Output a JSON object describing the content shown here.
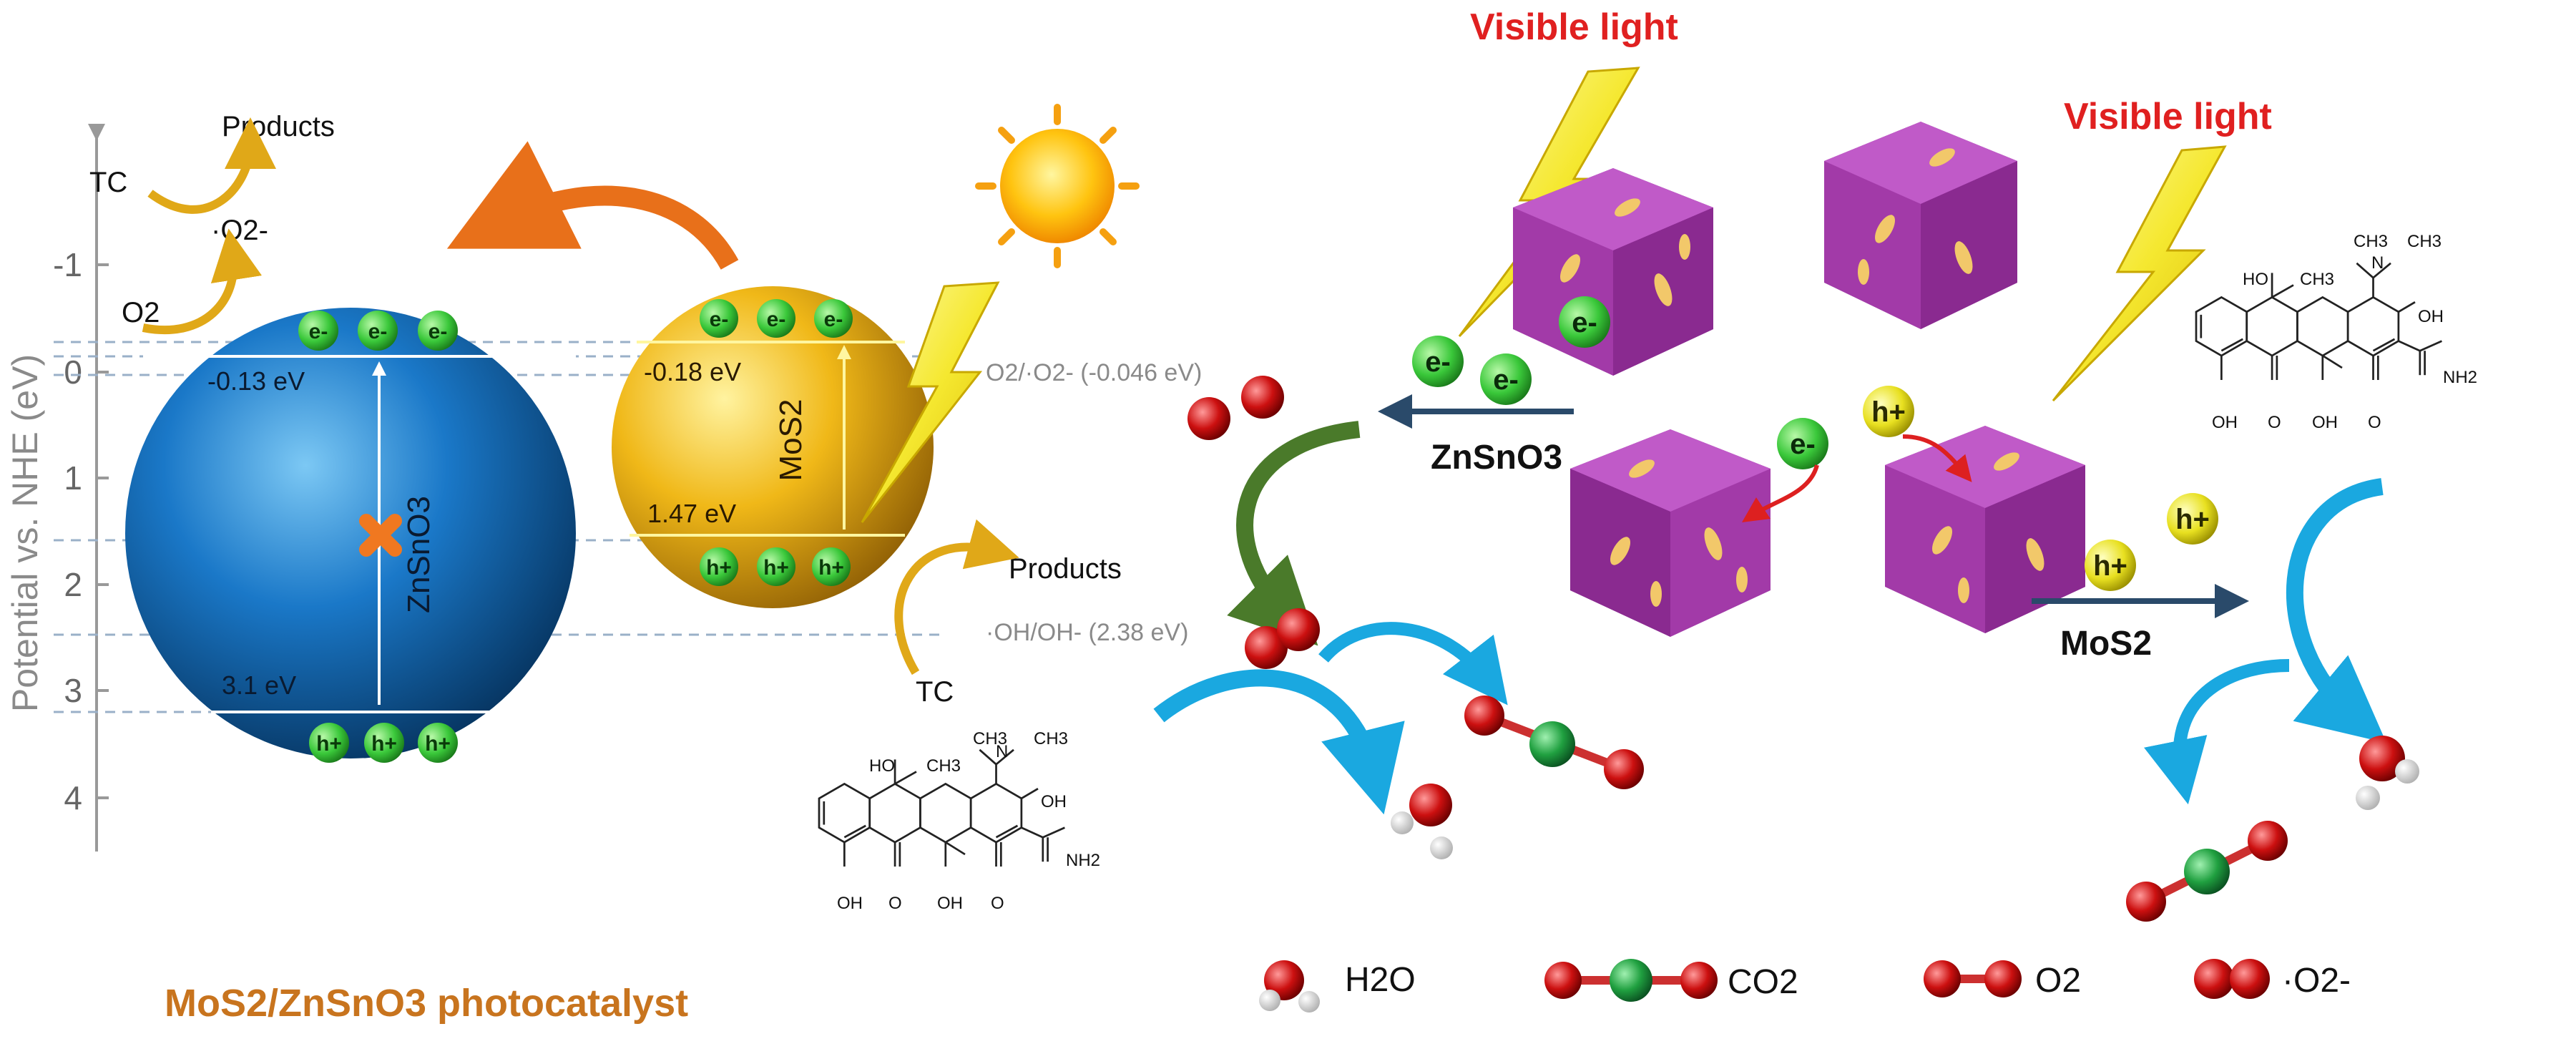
{
  "energy_diagram": {
    "y_axis_label": "Potential vs. NHE (eV)",
    "y_ticks": [
      "-1",
      "0",
      "1",
      "2",
      "3",
      "4"
    ],
    "zno_label": "ZnSnO3",
    "mos2_label": "MoS2",
    "zno_cb": "-0.13 eV",
    "zno_vb": "3.1 eV",
    "mos2_cb": "-0.18 eV",
    "mos2_vb": "1.47 eV",
    "ref_o2": "O2/·O2- (-0.046 eV)",
    "ref_oh": "·OH/OH- (2.38 eV)",
    "electron_symbol": "e-",
    "hole_symbol": "h+",
    "tc_label": "TC",
    "products_label": "Products",
    "o2_label": "O2",
    "superoxide_label": "·O2-"
  },
  "caption": "MoS2/ZnSnO3 photocatalyst",
  "mechanism": {
    "visible_light_1": "Visible light",
    "visible_light_2": "Visible light",
    "znsno3_label": "ZnSnO3",
    "mos2_label": "MoS2",
    "tc_molecule_labels": {
      "oh": "OH",
      "ch3": "CH3",
      "n": "N",
      "nh2": "NH2",
      "o": "O",
      "ho": "HO"
    }
  },
  "legend": [
    {
      "key": "h2o",
      "label": "H2O"
    },
    {
      "key": "co2",
      "label": "CO2"
    },
    {
      "key": "o2",
      "label": "O2"
    },
    {
      "key": "superoxide",
      "label": "·O2-"
    }
  ],
  "colors": {
    "zno_sphere": "#1a78c8",
    "mos2_sphere": "#e8b010",
    "cube": "#a23aa8",
    "visible_light_text": "#e02020",
    "caption_text": "#c8741e",
    "orange_arrow": "#e8701a",
    "blue_arrow": "#1aa8e0",
    "green_arrow": "#4a7a2a",
    "electron": "#3ac83a",
    "hole": "#e8e020",
    "oxygen_atom": "#cc1010",
    "carbon_atom": "#20a040"
  }
}
